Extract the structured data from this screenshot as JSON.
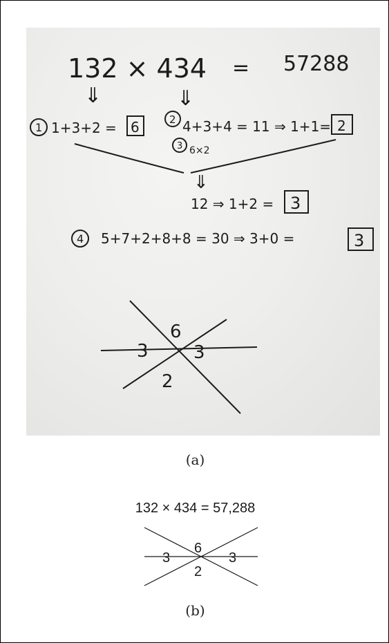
{
  "photo": {
    "header": {
      "left": "132 × 434",
      "eq": "=",
      "result": "57288"
    },
    "steps": {
      "s1_num": "1",
      "s1_text": "1+3+2 =",
      "s1_box": "6",
      "s2_num": "2",
      "s2_text": "4+3+4 = 11 ⇒ 1+1=",
      "s2_box": "2",
      "s3_num": "3",
      "s3_text": "6×2",
      "s3_arrow": "⇓",
      "s3b_text": "12 ⇒ 1+2 =",
      "s3b_box": "3",
      "s4_num": "4",
      "s4_text": "5+7+2+8+8 = 30 ⇒ 3+0 =",
      "s4_box": "3"
    },
    "cross": {
      "top": "6",
      "left": "3",
      "right": "3",
      "bottom": "2"
    },
    "arrows": {
      "a1": "⇓",
      "a2": "⇓"
    }
  },
  "caption_a": "(a)",
  "typed": {
    "equation": "132 × 434 = 57,288",
    "cross": {
      "top": "6",
      "left": "3",
      "right": "3",
      "bottom": "2"
    }
  },
  "caption_b": "(b)"
}
